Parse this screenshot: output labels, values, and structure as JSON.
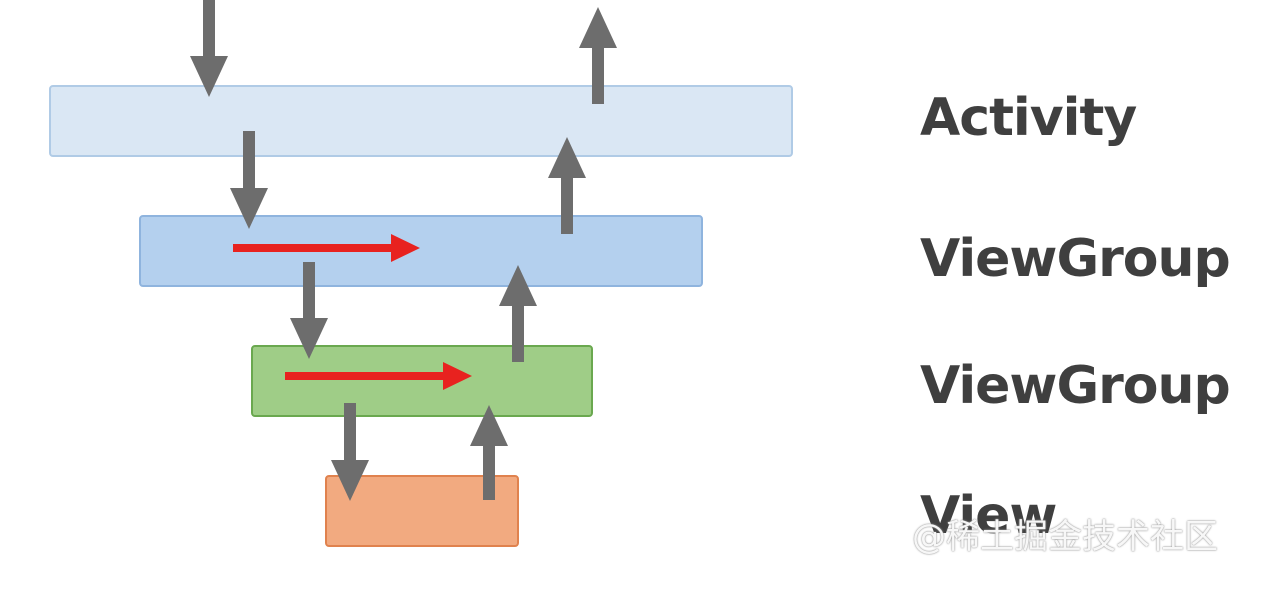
{
  "layers": [
    {
      "id": "activity",
      "label": "Activity",
      "fill": "#dae7f4",
      "stroke": "#b0cbe6"
    },
    {
      "id": "viewgroup-outer",
      "label": "ViewGroup",
      "fill": "#b4d0ee",
      "stroke": "#8fb4de"
    },
    {
      "id": "viewgroup-inner",
      "label": "ViewGroup",
      "fill": "#9fcd87",
      "stroke": "#6aa84f"
    },
    {
      "id": "view",
      "label": "View",
      "fill": "#f2aa80",
      "stroke": "#e0824e"
    }
  ],
  "colors": {
    "arrow_gray": "#6d6d6d",
    "arrow_red": "#e8221f",
    "label_text": "#3f3f3f"
  },
  "watermark": "@稀土掘金技术社区"
}
